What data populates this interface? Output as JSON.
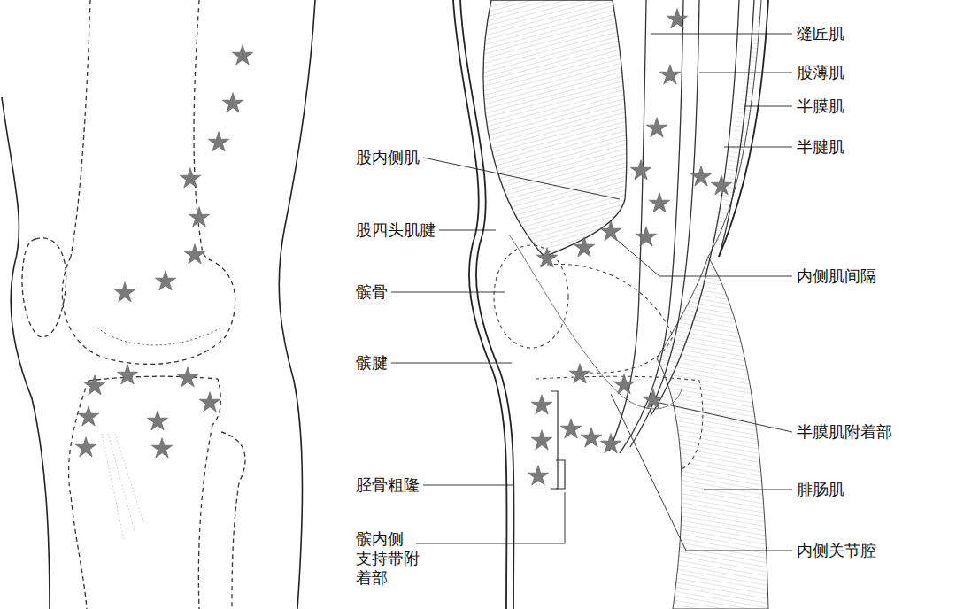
{
  "diagram": {
    "labels": [
      "缝匠肌",
      "股薄肌",
      "半膜肌",
      "半腱肌",
      "股内侧肌",
      "股四头肌腱",
      "内侧肌间隔",
      "髌骨",
      "髌腱",
      "半膜肌附着部",
      "胫骨粗隆",
      "腓肠肌",
      "髌内侧 支持带附 着部",
      "内侧关节腔"
    ]
  }
}
